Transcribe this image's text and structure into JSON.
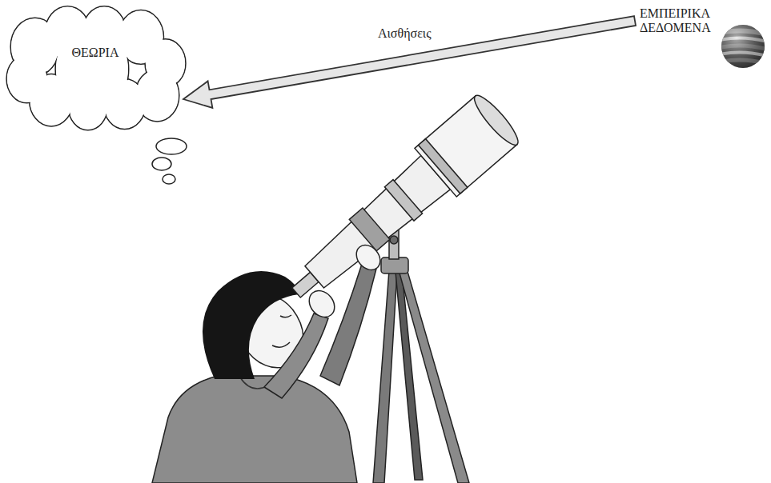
{
  "diagram": {
    "nodes": [
      {
        "text": [
          "ΕΜΠΕΙΡΙΚΑ ΔΕΔΟΜΕΝΑ"
        ]
      },
      {
        "text": [
          "ΘΕΩΡΙΑ"
        ]
      }
    ],
    "edges": [
      {
        "from": 0,
        "to": 1,
        "arrow": "to",
        "label": "Αισθήσεις"
      }
    ]
  }
}
